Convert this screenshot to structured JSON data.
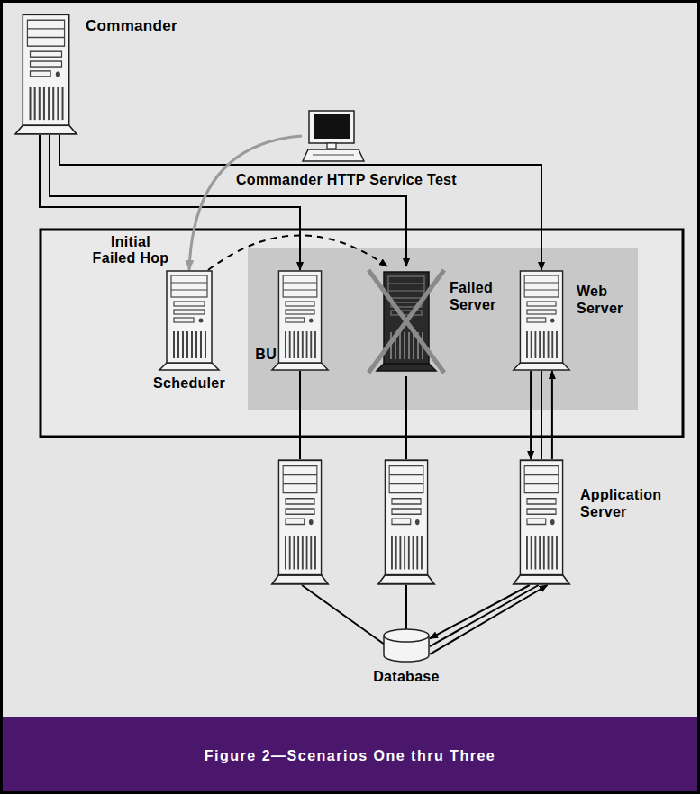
{
  "diagram": {
    "caption": "Figure 2—Scenarios One thru Three",
    "nodes": [
      {
        "text": [
          "Commander"
        ]
      },
      {
        "text": [
          "Commander HTTP Service Test"
        ]
      },
      {
        "text": [
          "Initial Failed Hop",
          "Scheduler"
        ]
      },
      {
        "text": [
          "BU"
        ]
      },
      {
        "text": [
          "Failed Server"
        ]
      },
      {
        "text": [
          "Web Server"
        ]
      },
      {
        "text": [
          "Application Server"
        ]
      },
      {
        "text": [
          "Database"
        ]
      }
    ],
    "edges": [
      {
        "from": 0,
        "to": 3,
        "arrow": "to"
      },
      {
        "from": 0,
        "to": 4,
        "arrow": "to"
      },
      {
        "from": 0,
        "to": 5,
        "arrow": "to"
      },
      {
        "from": 1,
        "to": 2,
        "arrow": "to"
      },
      {
        "from": 2,
        "to": 4,
        "arrow": "to"
      },
      {
        "from": 5,
        "to": 6,
        "arrow": "to"
      },
      {
        "from": 5,
        "to": 6,
        "arrow": "none"
      },
      {
        "from": 6,
        "to": 5,
        "arrow": "to"
      },
      {
        "from": 6,
        "to": 7,
        "arrow": "to"
      },
      {
        "from": 6,
        "to": 7,
        "arrow": "none"
      },
      {
        "from": 7,
        "to": 6,
        "arrow": "to"
      }
    ]
  }
}
